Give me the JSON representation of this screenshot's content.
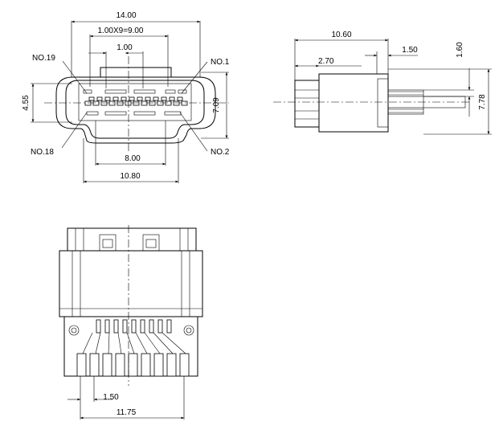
{
  "front_view": {
    "dim_width_total": "14.00",
    "dim_pitch": "1.00X9=9.00",
    "dim_pin_pitch": "1.00",
    "dim_height_left": "4.55",
    "dim_height_right": "7.09",
    "dim_inner_width": "8.00",
    "dim_outer_width": "10.80",
    "label_no19": "NO.19",
    "label_no1": "NO.1",
    "label_no18": "NO.18",
    "label_no2": "NO.2"
  },
  "side_view": {
    "dim_length": "10.60",
    "dim_tail": "1.50",
    "dim_offset": "2.70",
    "dim_small_height": "1.60",
    "dim_total_height": "7.78"
  },
  "bottom_view": {
    "dim_pitch": "1.50",
    "dim_total": "11.75"
  }
}
